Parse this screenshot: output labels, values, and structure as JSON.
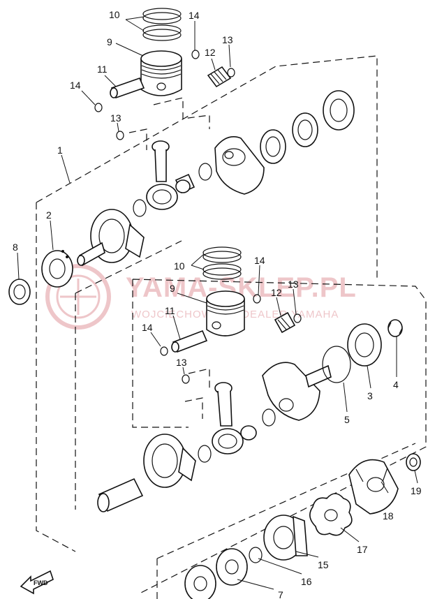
{
  "watermark": {
    "title": "YAMA-SKLEP.PL",
    "subtitle": "WOJCIECHOWSKI | DEALER YAMAHA",
    "color": "#e9b3b8"
  },
  "fwd_label": "FWD",
  "callouts": [
    {
      "id": "c10a",
      "text": "10"
    },
    {
      "id": "c14a",
      "text": "14"
    },
    {
      "id": "c9a",
      "text": "9"
    },
    {
      "id": "c13a",
      "text": "13"
    },
    {
      "id": "c12a",
      "text": "12"
    },
    {
      "id": "c11a",
      "text": "11"
    },
    {
      "id": "c14b",
      "text": "14"
    },
    {
      "id": "c13b",
      "text": "13"
    },
    {
      "id": "c1",
      "text": "1"
    },
    {
      "id": "c2",
      "text": "2"
    },
    {
      "id": "c8",
      "text": "8"
    },
    {
      "id": "c10b",
      "text": "10"
    },
    {
      "id": "c14c",
      "text": "14"
    },
    {
      "id": "c9b",
      "text": "9"
    },
    {
      "id": "c13c",
      "text": "13"
    },
    {
      "id": "c12b",
      "text": "12"
    },
    {
      "id": "c11b",
      "text": "11"
    },
    {
      "id": "c14d",
      "text": "14"
    },
    {
      "id": "c13d",
      "text": "13"
    },
    {
      "id": "c3",
      "text": "3"
    },
    {
      "id": "c4",
      "text": "4"
    },
    {
      "id": "c5",
      "text": "5"
    },
    {
      "id": "c19",
      "text": "19"
    },
    {
      "id": "c18",
      "text": "18"
    },
    {
      "id": "c17",
      "text": "17"
    },
    {
      "id": "c15",
      "text": "15"
    },
    {
      "id": "c16",
      "text": "16"
    },
    {
      "id": "c7",
      "text": "7"
    }
  ]
}
